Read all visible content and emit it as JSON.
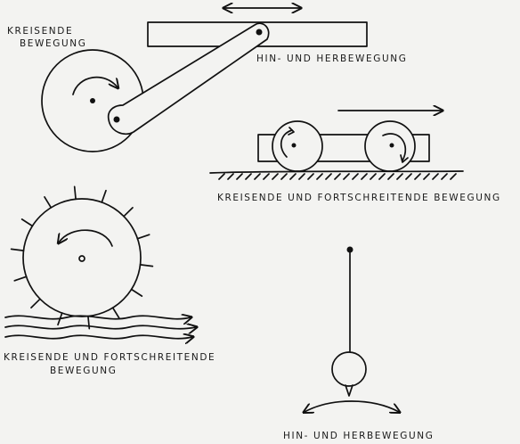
{
  "labels": {
    "crank_circular": [
      "KREISENDE",
      "BEWEGUNG"
    ],
    "crank_reciprocating": "HIN- UND HERBEWEGUNG",
    "cart_motion": "KREISENDE UND FORTSCHREITENDE BEWEGUNG",
    "waterwheel_motion": [
      "KREISENDE UND FORTSCHREITENDE",
      "BEWEGUNG"
    ],
    "pendulum_motion": "HIN- UND HERBEWEGUNG"
  },
  "colors": {
    "ink": "#111111",
    "paper": "#f3f3f1"
  }
}
